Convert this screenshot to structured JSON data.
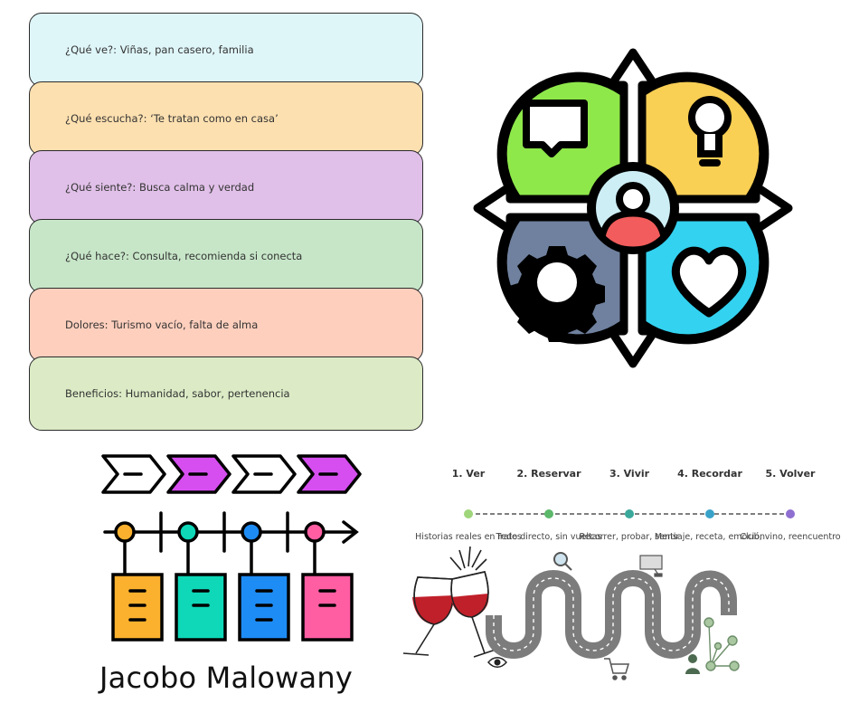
{
  "empathy_map": {
    "cards": [
      {
        "text": "¿Qué ve?: Viñas, pan casero, familia",
        "color": "#dff6f9"
      },
      {
        "text": "¿Qué escucha?: ‘Te tratan como en casa’",
        "color": "#fde0b0"
      },
      {
        "text": "¿Qué siente?: Busca calma y verdad",
        "color": "#e0c0e8"
      },
      {
        "text": "¿Qué hace?: Consulta, recomienda si conecta",
        "color": "#c7e6c8"
      },
      {
        "text": "Dolores: Turismo vacío, falta de alma",
        "color": "#fecfbd"
      },
      {
        "text": "Beneficios: Humanidad, sabor, pertenencia",
        "color": "#dcebc6"
      }
    ]
  },
  "hub_icon": {
    "name": "customer-centric-icon",
    "colors": {
      "green": "#8ee84a",
      "yellow": "#f9cf54",
      "slate": "#6f819e",
      "cyan": "#33d2f0",
      "center": "#cdeef5",
      "person": "#f25c5c",
      "outline": "#000000"
    }
  },
  "timeline_icon": {
    "name": "timeline-process-icon",
    "colors": {
      "magenta": "#d64ef0",
      "orange": "#fbb12e",
      "teal": "#0ed8b8",
      "blue": "#1e8cf5",
      "pink": "#ff5ea3"
    }
  },
  "author": "Jacobo Malowany",
  "journey": {
    "stages": [
      {
        "title": "1. Ver",
        "desc": "Historias reales en redes",
        "color": "#9fd67b"
      },
      {
        "title": "2. Reservar",
        "desc": "Trato directo, sin vueltas",
        "color": "#5cb86a"
      },
      {
        "title": "3. Vivir",
        "desc": "Recorrer, probar, sentir",
        "color": "#3aa89a"
      },
      {
        "title": "4. Recordar",
        "desc": "Mensaje, receta, emoción",
        "color": "#39a2c9"
      },
      {
        "title": "5. Volver",
        "desc": "Club, vino, reencuentro",
        "color": "#8f6fd0"
      }
    ]
  }
}
